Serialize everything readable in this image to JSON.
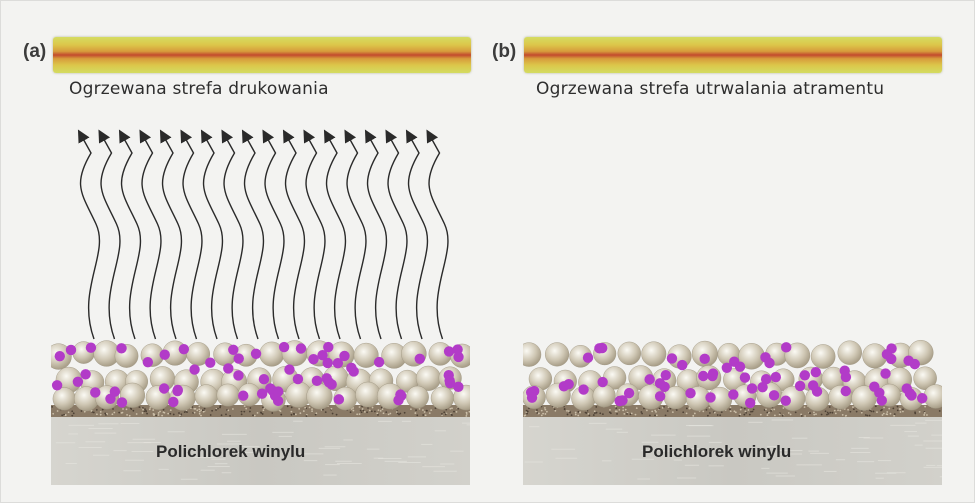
{
  "panels": [
    {
      "label": "(a)",
      "heater_caption": "Ogrzewana strefa drukowania",
      "substrate_label": "Polichlorek winylu",
      "vapor_arrows": 18
    },
    {
      "label": "(b)",
      "heater_caption": "Ogrzewana strefa utrwalania atramentu",
      "substrate_label": "Polichlorek winylu",
      "vapor_arrows": 0
    }
  ],
  "colors": {
    "background": "#f3f3f1",
    "heater_core": "#c24a2d",
    "heater_edge": "#d4dc61",
    "pigment": "#b23bc8",
    "particle": "#cfc7b4",
    "adhesive": "#8a7a66",
    "substrate": "#c9c8c2",
    "arrow": "#2a2a2a"
  }
}
